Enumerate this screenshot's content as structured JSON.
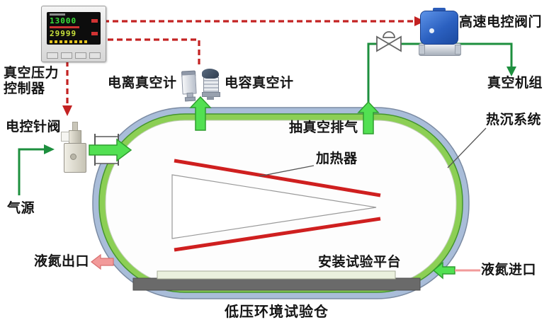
{
  "title": "低压环境试验仓",
  "colors": {
    "wall_outer": "#a9bdd9",
    "wall_inner": "#8ccf55",
    "pipe_green": "#1d8f3e",
    "arrow_green": "#52e052",
    "signal_red": "#c32222",
    "heater_red": "#cf1f1f",
    "ln2_pink": "#f29a9a",
    "valve_blue": "#2f6fd0"
  },
  "controller": {
    "label": "真空压力\n控制器",
    "pv": "13000",
    "sv": "29999"
  },
  "labels": {
    "needle_valve": "电控针阀",
    "gas_source": "气源",
    "ionization_gauge": "电离真空计",
    "capacitance_gauge": "电容真空计",
    "exhaust": "抽真空排气",
    "hs_valve": "高速电控阀门",
    "vacuum_unit": "真空机组",
    "heat_sink": "热沉系统",
    "heater": "加热器",
    "platform": "安装试验平台",
    "ln2_outlet": "液氮出口",
    "ln2_inlet": "液氮进口"
  }
}
